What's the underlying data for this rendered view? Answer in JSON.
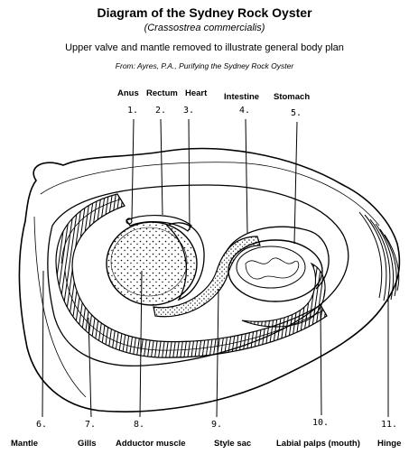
{
  "header": {
    "title": "Diagram of the Sydney Rock Oyster",
    "species": "(Crassostrea commercialis)",
    "description": "Upper valve and mantle removed to illustrate general body plan",
    "source": "From: Ayres, P.A., Purifying the Sydney Rock Oyster"
  },
  "parts": [
    {
      "number": "1.",
      "label": "Anus"
    },
    {
      "number": "2.",
      "label": "Rectum"
    },
    {
      "number": "3.",
      "label": "Heart"
    },
    {
      "number": "4.",
      "label": "Intestine"
    },
    {
      "number": "5.",
      "label": "Stomach"
    },
    {
      "number": "6.",
      "label": "Mantle"
    },
    {
      "number": "7.",
      "label": "Gills"
    },
    {
      "number": "8.",
      "label": "Adductor muscle"
    },
    {
      "number": "9.",
      "label": "Style sac"
    },
    {
      "number": "10.",
      "label": "Labial palps (mouth)"
    },
    {
      "number": "11.",
      "label": "Hinge"
    }
  ],
  "colors": {
    "ink": "#000000",
    "background": "#ffffff"
  }
}
